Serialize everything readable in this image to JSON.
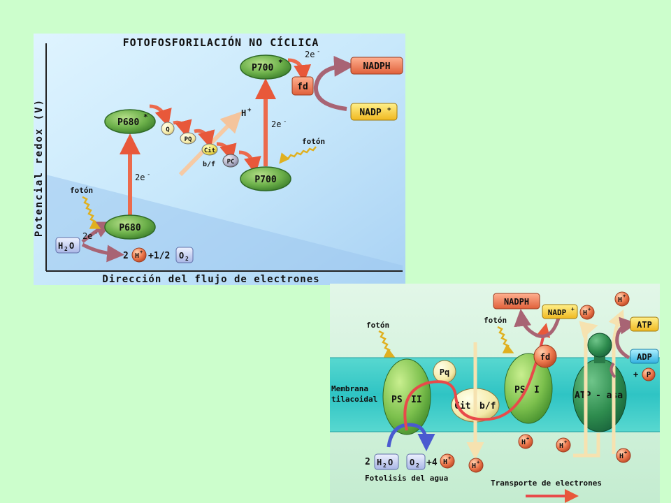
{
  "top": {
    "title": "FOTOFOSFORILACIÓN NO CÍCLICA",
    "ylabel": "Potencial redox (V)",
    "xlabel": "Dirección del flujo de electrones",
    "p700_star": "P700",
    "p680_star": "P680",
    "p700": "P700",
    "p680": "P680",
    "star": "*",
    "nadph": "NADPH",
    "nadp": "NADP",
    "nadp_sup": "+",
    "fd": "fd",
    "two_e": "2e",
    "minus": "-",
    "hplus": "H",
    "plus": "+",
    "q": "Q",
    "pq": "PQ",
    "cit": "Cit",
    "bf": "b/f",
    "pc": "PC",
    "foton": "fotón",
    "h2o_h": "H",
    "h2o_2": "2",
    "h2o_o": "O",
    "two": "2",
    "half": "+1/2",
    "o2_o": "O",
    "o2_2": "2"
  },
  "bottom": {
    "nadph": "NADPH",
    "nadp": "NADP",
    "nadp_sup": "+",
    "foton": "fotón",
    "membrana1": "Membrana",
    "membrana2": "tilacoidal",
    "psii_a": "PS",
    "psii_b": "II",
    "psi_a": "PS",
    "psi_b": "I",
    "pq": "Pq",
    "cit": "Cit",
    "bf": "b/f",
    "fd": "fd",
    "atpasa_a": "ATP",
    "atpasa_b": "- asa",
    "atp": "ATP",
    "adp": "ADP",
    "plus": "+",
    "p": "P",
    "h": "H",
    "two": "2",
    "four": "+4",
    "h2o_h": "H",
    "h2o_2": "2",
    "h2o_o": "O",
    "o2_o": "O",
    "o2_2": "2",
    "fotolisis": "Fotolisis del agua",
    "transporte": "Transporte de electrones"
  }
}
